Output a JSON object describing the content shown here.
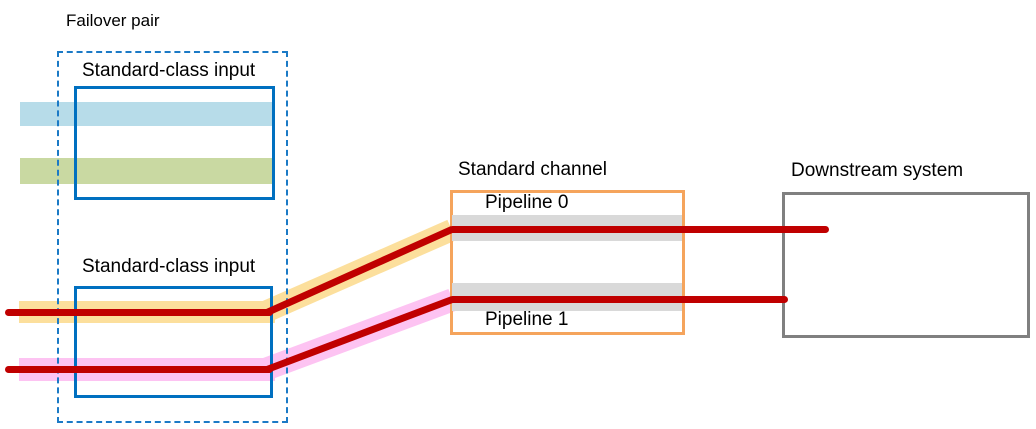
{
  "diagram": {
    "failover_pair": {
      "label": "Failover pair",
      "inputs": [
        {
          "label": "Standard-class input"
        },
        {
          "label": "Standard-class input"
        }
      ]
    },
    "standard_channel": {
      "label": "Standard channel",
      "pipelines": [
        {
          "label": "Pipeline 0"
        },
        {
          "label": "Pipeline 1"
        }
      ]
    },
    "downstream_system": {
      "label": "Downstream system"
    }
  },
  "colors": {
    "box-blue": "#0070c0",
    "dashed-blue": "#1b7ac6",
    "band-lightblue": "#b7dce9",
    "band-green": "#c9d9a2",
    "band-yellow": "#fcdf9c",
    "band-pink": "#fdc3f2",
    "band-gray": "#d9d9d9",
    "line-red": "#c00000",
    "channel-orange": "#f5a45c",
    "downstream-gray": "#808080",
    "text": "#000000",
    "background": "#ffffff"
  }
}
